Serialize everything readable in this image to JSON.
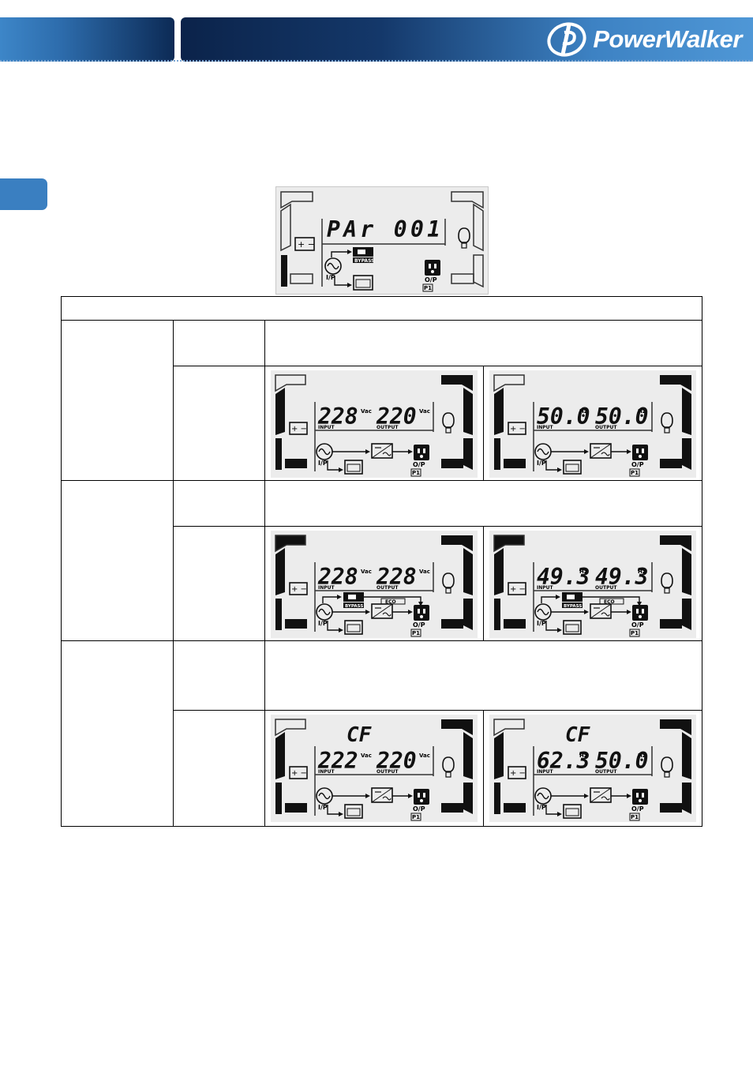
{
  "brand": {
    "name": "PowerWalker",
    "logo_icon": "powerwalker-logo-icon"
  },
  "lcd_top": {
    "line1": "PAr  001",
    "bypass_label": "BYPASS",
    "ip_label": "I/P",
    "op_label": "O/P",
    "p1_label": "P1"
  },
  "panels": [
    {
      "id": "r1a",
      "top": "",
      "left": "228",
      "left_unit": "Vac",
      "right": "220",
      "right_unit": "Vac",
      "input_label": "INPUT",
      "output_label": "OUTPUT",
      "ip_label": "I/P",
      "op_label": "O/P",
      "p1_label": "P1"
    },
    {
      "id": "r1b",
      "top": "",
      "left": "50.0",
      "left_unit": "Hz",
      "right": "50.0",
      "right_unit": "Hz",
      "input_label": "INPUT",
      "output_label": "OUTPUT",
      "ip_label": "I/P",
      "op_label": "O/P",
      "p1_label": "P1"
    },
    {
      "id": "r2a",
      "top": "",
      "left": "228",
      "left_unit": "Vac",
      "right": "228",
      "right_unit": "Vac",
      "input_label": "INPUT",
      "output_label": "OUTPUT",
      "bypass_label": "BYPASS",
      "eco_label": "ECO",
      "ip_label": "I/P",
      "op_label": "O/P",
      "p1_label": "P1"
    },
    {
      "id": "r2b",
      "top": "",
      "left": "49.3",
      "left_unit": "Hz",
      "right": "49.3",
      "right_unit": "Hz",
      "input_label": "INPUT",
      "output_label": "OUTPUT",
      "bypass_label": "BYPASS",
      "eco_label": "ECO",
      "ip_label": "I/P",
      "op_label": "O/P",
      "p1_label": "P1"
    },
    {
      "id": "r3a",
      "top": "CF",
      "left": "222",
      "left_unit": "Vac",
      "right": "220",
      "right_unit": "Vac",
      "input_label": "INPUT",
      "output_label": "OUTPUT",
      "ip_label": "I/P",
      "op_label": "O/P",
      "p1_label": "P1"
    },
    {
      "id": "r3b",
      "top": "CF",
      "left": "62.3",
      "left_unit": "Hz",
      "right": "50.0",
      "right_unit": "Hz",
      "input_label": "INPUT",
      "output_label": "OUTPUT",
      "ip_label": "I/P",
      "op_label": "O/P",
      "p1_label": "P1"
    }
  ],
  "icons": [
    "battery-icon",
    "ac-source-icon",
    "bypass-icon",
    "inverter-icon",
    "outlet-icon",
    "bulb-icon"
  ]
}
